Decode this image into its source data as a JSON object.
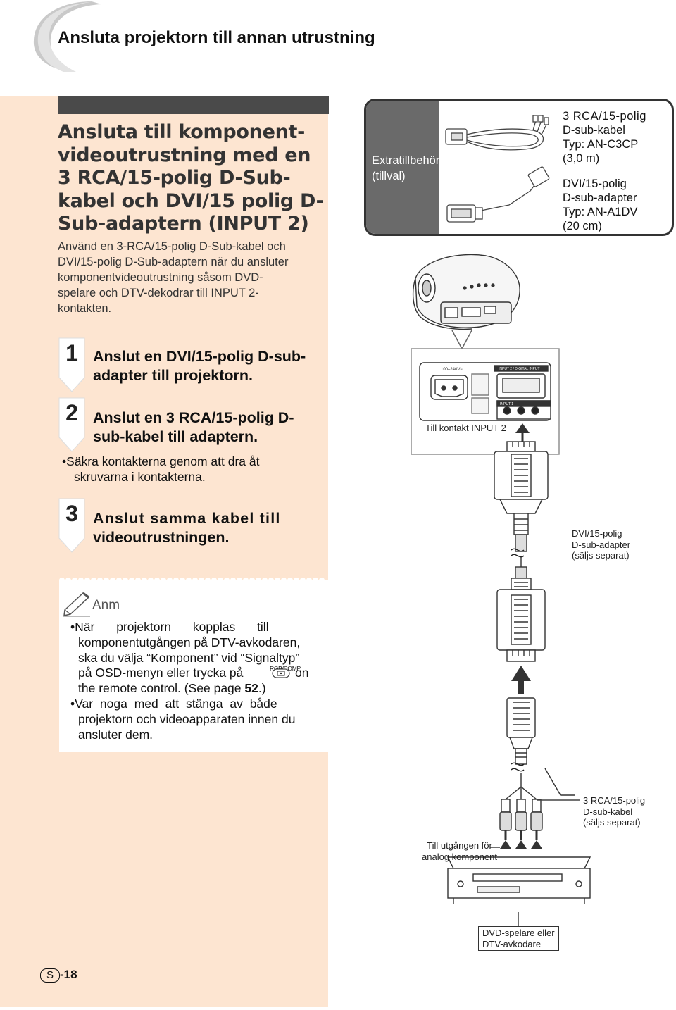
{
  "page": {
    "title": "Ansluta projektorn till annan utrustning",
    "page_number_letter": "S",
    "page_number": "-18"
  },
  "section": {
    "heading_lines": [
      "Ansluta till komponent-",
      "videoutrustning med en",
      "3 RCA/15-polig D-Sub-",
      "kabel och DVI/15 polig D-",
      "Sub-adaptern (INPUT 2)"
    ],
    "intro_lines": [
      "Använd en 3-RCA/15-polig D-Sub-kabel och",
      "DVI/15-polig D-Sub-adaptern när du ansluter",
      "komponentvideoutrustning såsom DVD-",
      "spelare och DTV-dekodrar till INPUT 2-",
      "kontakten."
    ]
  },
  "steps": [
    {
      "number": "1",
      "lines": [
        "Anslut en DVI/15-polig D-sub-",
        "adapter till projektorn."
      ]
    },
    {
      "number": "2",
      "lines": [
        "Anslut en 3 RCA/15-polig D-",
        "sub-kabel till adaptern."
      ]
    },
    {
      "number": "3",
      "lines": [
        "Anslut samma kabel till",
        "videoutrustningen."
      ]
    }
  ],
  "step2_bullet_lines": [
    "Säkra kontakterna genom att dra åt",
    "skruvarna i kontakterna."
  ],
  "note": {
    "title": "Anm",
    "bullet1_lines": [
      "När projektorn kopplas till",
      "komponentutgången på DTV-avkodaren,",
      "ska du välja “Komponent” vid “Signaltyp”",
      "på OSD-menyn eller trycka på",
      "the remote control. (See page "
    ],
    "bullet1_on": "on",
    "bullet1_page": "52",
    "bullet1_end": ".)",
    "button_label": "RGB/COMP.",
    "bullet2_lines": [
      "Var noga med att stänga av både",
      "projektorn och videoapparaten innen du",
      "ansluter dem."
    ]
  },
  "accessories": {
    "label_lines": [
      "Extratillbehör",
      "(tillval)"
    ],
    "item1_lines": [
      "3 RCA/15-polig",
      "D-sub-kabel",
      "Typ: AN-C3CP",
      "(3,0 m)"
    ],
    "item2_lines": [
      "DVI/15-polig",
      "D-sub-adapter",
      "Typ: AN-A1DV",
      "(20 cm)"
    ]
  },
  "diagram": {
    "panel_voltage": "100–240V~",
    "panel_input_label": "INPUT 2 / DIGITAL INPUT",
    "panel_tag": "INPUT 1",
    "connector_label": "Till kontakt INPUT 2",
    "adapter_label_lines": [
      "DVI/15-polig",
      "D-sub-adapter",
      "(säljs separat)"
    ],
    "cable_label_lines": [
      "3 RCA/15-polig",
      "D-sub-kabel",
      "(säljs separat)"
    ],
    "output_label_lines": [
      "Till utgången för",
      "analog komponent"
    ],
    "device_label_lines": [
      "DVD-spelare eller",
      "DTV-avkodare"
    ]
  },
  "colors": {
    "panel_background": "#fde5d1",
    "section_bar": "#4a4a4a",
    "heading_text": "#333333",
    "accessory_label_bg": "#6a6a6a"
  }
}
